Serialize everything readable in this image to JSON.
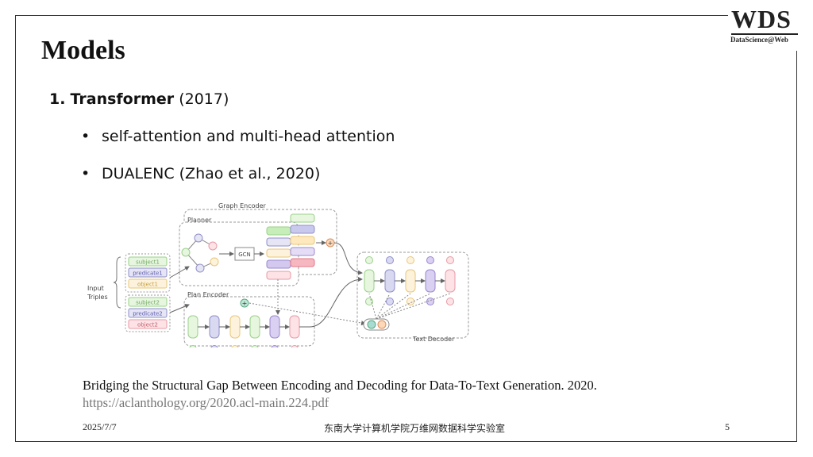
{
  "logo": {
    "main": "WDS",
    "sub": "DataScience@Web"
  },
  "title": "Models",
  "section": {
    "number": "1.",
    "name": "Transformer",
    "year": "(2017)"
  },
  "bullets": [
    "self-attention and multi-head attention",
    "DUALENC (Zhao et al., 2020)"
  ],
  "figure": {
    "graph_encoder": "Graph Encoder",
    "planner": "Planner",
    "gcn": "GCN",
    "plan_encoder": "Plan Encoder",
    "text_decoder": "Text Decoder",
    "input_label_1": "Input",
    "input_label_2": "Triples",
    "triples": [
      "subject1",
      "predicate1",
      "object1",
      "subject2",
      "predicate2",
      "object2"
    ],
    "plus": "+"
  },
  "caption": {
    "text": "Bridging the Structural Gap Between Encoding and Decoding for Data-To-Text Generation. 2020.",
    "url": "https://aclanthology.org/2020.acl-main.224.pdf"
  },
  "footer": {
    "date": "2025/7/7",
    "org": "东南大学计算机学院万维网数据科学实验室",
    "page": "5"
  }
}
